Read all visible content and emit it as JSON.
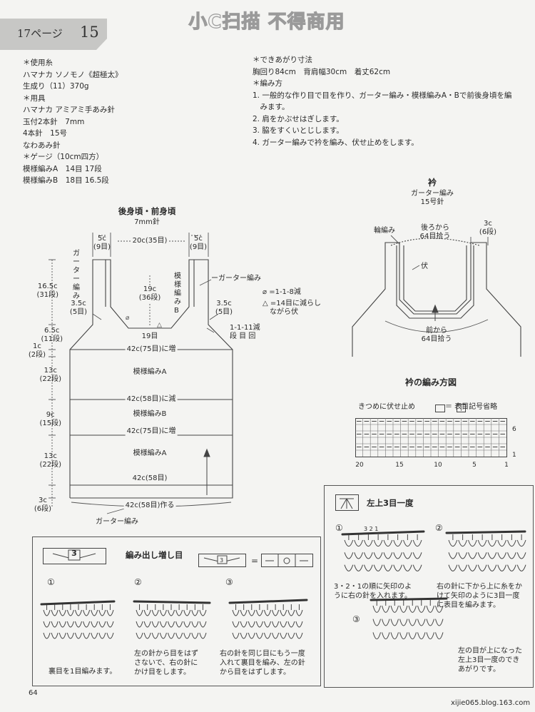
{
  "header": {
    "page_label": "17ページ",
    "page_number": "15",
    "watermark": "小C扫描 不得商用"
  },
  "materials": {
    "lines": [
      "＊使用糸",
      "ハマナカ ソノモノ《超極太》",
      "生成り（11）370g",
      "＊用具",
      "ハマナカ アミアミ手あみ針",
      "玉付2本針　7mm",
      "4本針　15号",
      "なわあみ針",
      "＊ゲージ（10cm四方）",
      "模様編みA　14目 17段",
      "模様編みB　18目 16.5段"
    ]
  },
  "finish": {
    "lines": [
      "＊できあがり寸法",
      "胸回り84cm　背肩幅30cm　着丈62cm",
      "＊編み方",
      "1. 一般的な作り目で目を作り、ガーター編み・模様編みA・Bで前後身頃を編",
      "　みます。",
      "2. 肩をかぶせはぎします。",
      "3. 脇をすくいとじします。",
      "4. ガーター編みで衿を編み、伏せ止めをします。"
    ]
  },
  "body_diagram": {
    "title": "後身頃・前身頃",
    "needle": "7mm針",
    "top_left": "5c\n(9目)",
    "top_center": "20c(35目)",
    "top_right": "5c\n(9目)",
    "garter_left": "ガーター編み",
    "pattern_b_vert": "模様編みB",
    "neck_depth": "19c\n(36段)",
    "garter_right": "ーガーター編み",
    "armhole_left": "3.5c\n(5目)",
    "armhole_right": "3.5c\n(5目)",
    "legend_1": "⌀ =1-1-8減",
    "legend_2": "△ =14目に減らし\n　ながら伏",
    "decrease_note": "1-1-11減\n段 目 回",
    "neck_bottom": "19目",
    "left_dims": [
      "16.5c\n(31段)",
      "6.5c\n(11段)",
      "1c\n(2段)",
      "13c\n(22段)",
      "9c\n(15段)",
      "13c\n(22段)",
      "3c\n(6段)"
    ],
    "row_increase_1": "42c(75目)に増",
    "pattern_a_1": "模様編みA",
    "row_decrease": "42c(58目)に減",
    "pattern_b": "模様編みB",
    "row_increase_2": "42c(75目)に増",
    "pattern_a_2": "模様編みA",
    "row_58": "42c(58目)",
    "row_cast": "42c(58目)作る",
    "garter_bottom": "ガーター編み"
  },
  "collar": {
    "title": "衿",
    "subtitle": "ガーター編み\n15号針",
    "ring": "輪編み",
    "back_pick": "後ろから\n64目拾う",
    "right_dim": "3c\n(6段)",
    "bind": "伏",
    "front_pick": "前から\n64目拾う"
  },
  "collar_chart": {
    "title": "衿の編み方図",
    "note": "きつめに伏せ止め",
    "legend": "＝ 表目記号省略",
    "row_labels": [
      "6",
      "1"
    ],
    "col_labels": [
      "20",
      "15",
      "10",
      "5",
      "1"
    ],
    "columns": 20,
    "rows": 6
  },
  "box_increase": {
    "title": "編み出し増し目",
    "symbol_number": "3",
    "step_nums": [
      "①",
      "②",
      "③"
    ],
    "step_texts": [
      "裏目を1目編みます。",
      "左の針から目をはず\nさないで、右の針に\nかけ目をします。",
      "右の針を同じ目にもう一度\n入れて裏目を編み、左の針\nから目をはずします。"
    ]
  },
  "box_decrease": {
    "title": "左上3目一度",
    "step_nums": [
      "①",
      "②",
      "③"
    ],
    "step_texts": [
      "3・2・1の順に矢印のよ\nうに右の針を入れます。",
      "右の針に下から上に糸をか\nけて矢印のように3目一度\nに表目を編みます。",
      "左の目が上になった\n左上3目一度のでき\nあがりです。"
    ],
    "needle_marks": "3 2 1"
  },
  "footer": {
    "page_num": "64",
    "site": "xijie065.blog.163.com"
  }
}
